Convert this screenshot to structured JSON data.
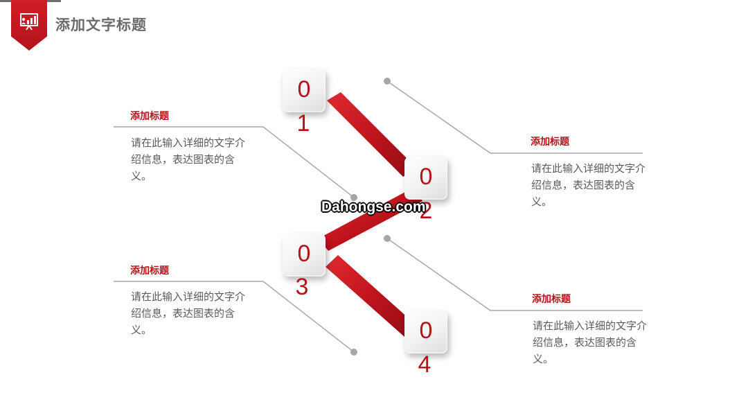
{
  "page": {
    "title": "添加文字标题",
    "watermark": "Dahongse.com"
  },
  "colors": {
    "accent": "#b5121b",
    "line": "#a6a6a6",
    "text": "#5a5a5a",
    "title": "#6b6b6b"
  },
  "header": {
    "icon": "presentation-chart-icon"
  },
  "steps": [
    {
      "digit": "0",
      "sub": "1"
    },
    {
      "digit": "0",
      "sub": "2"
    },
    {
      "digit": "0",
      "sub": "3"
    },
    {
      "digit": "0",
      "sub": "4"
    }
  ],
  "labels": [
    {
      "title": "添加标题",
      "body": "请在此输入详细的文字介绍信息，表达图表的含义。"
    },
    {
      "title": "添加标题",
      "body": "请在此输入详细的文字介绍信息，表达图表的含义。"
    },
    {
      "title": "添加标题",
      "body": "请在此输入详细的文字介绍信息，表达图表的含义。"
    },
    {
      "title": "添加标题",
      "body": "请在此输入详细的文字介绍信息，表达图表的含义。"
    }
  ]
}
